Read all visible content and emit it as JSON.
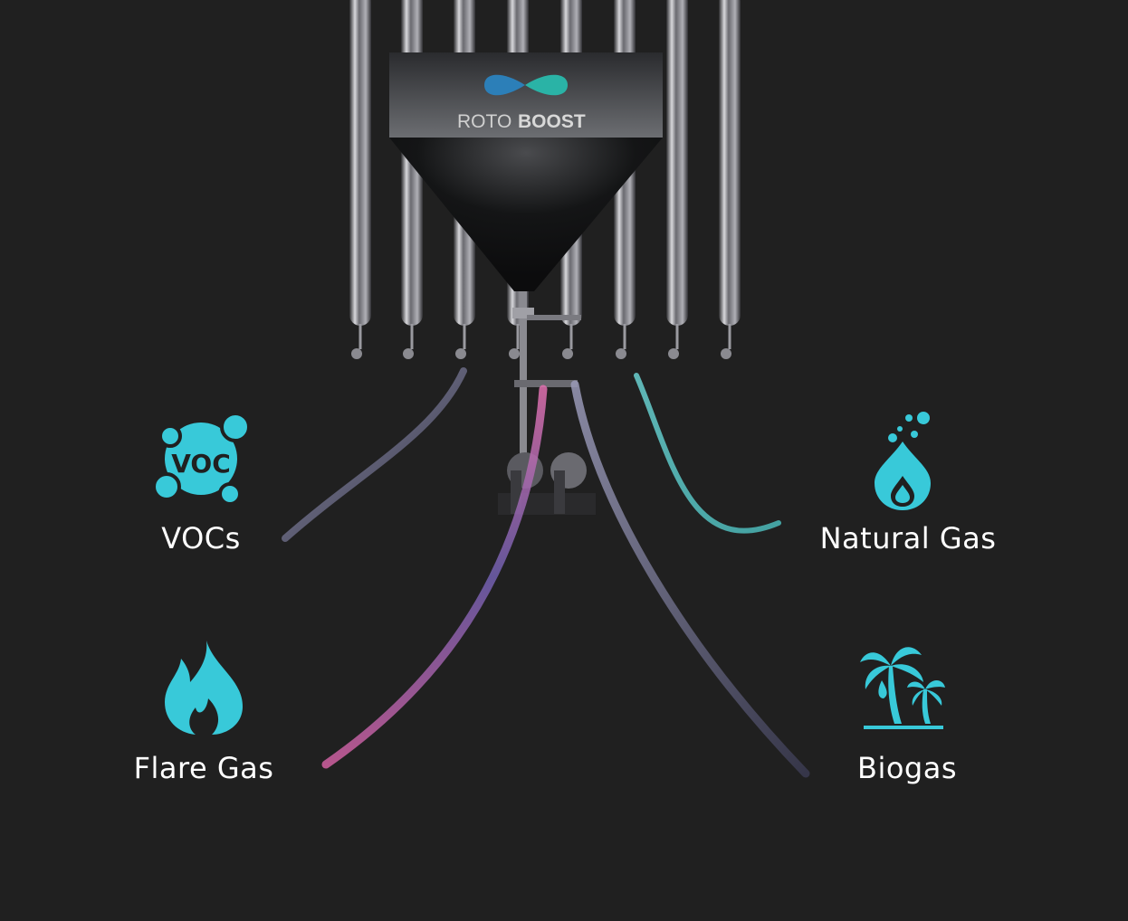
{
  "brand": {
    "name_light": "ROTO",
    "name_bold": "BOOST",
    "logo_colors": [
      "#2c7fb8",
      "#2ab3a6"
    ]
  },
  "colors": {
    "background": "#202020",
    "accent": "#38c9d9",
    "label": "#ffffff"
  },
  "gas_sources": [
    {
      "label": "VOCs",
      "icon": "voc-molecule-icon",
      "icon_text": "VOC"
    },
    {
      "label": "Natural Gas",
      "icon": "flame-drop-icon"
    },
    {
      "label": "Flare Gas",
      "icon": "fire-icon"
    },
    {
      "label": "Biogas",
      "icon": "palm-tree-island-icon"
    }
  ]
}
